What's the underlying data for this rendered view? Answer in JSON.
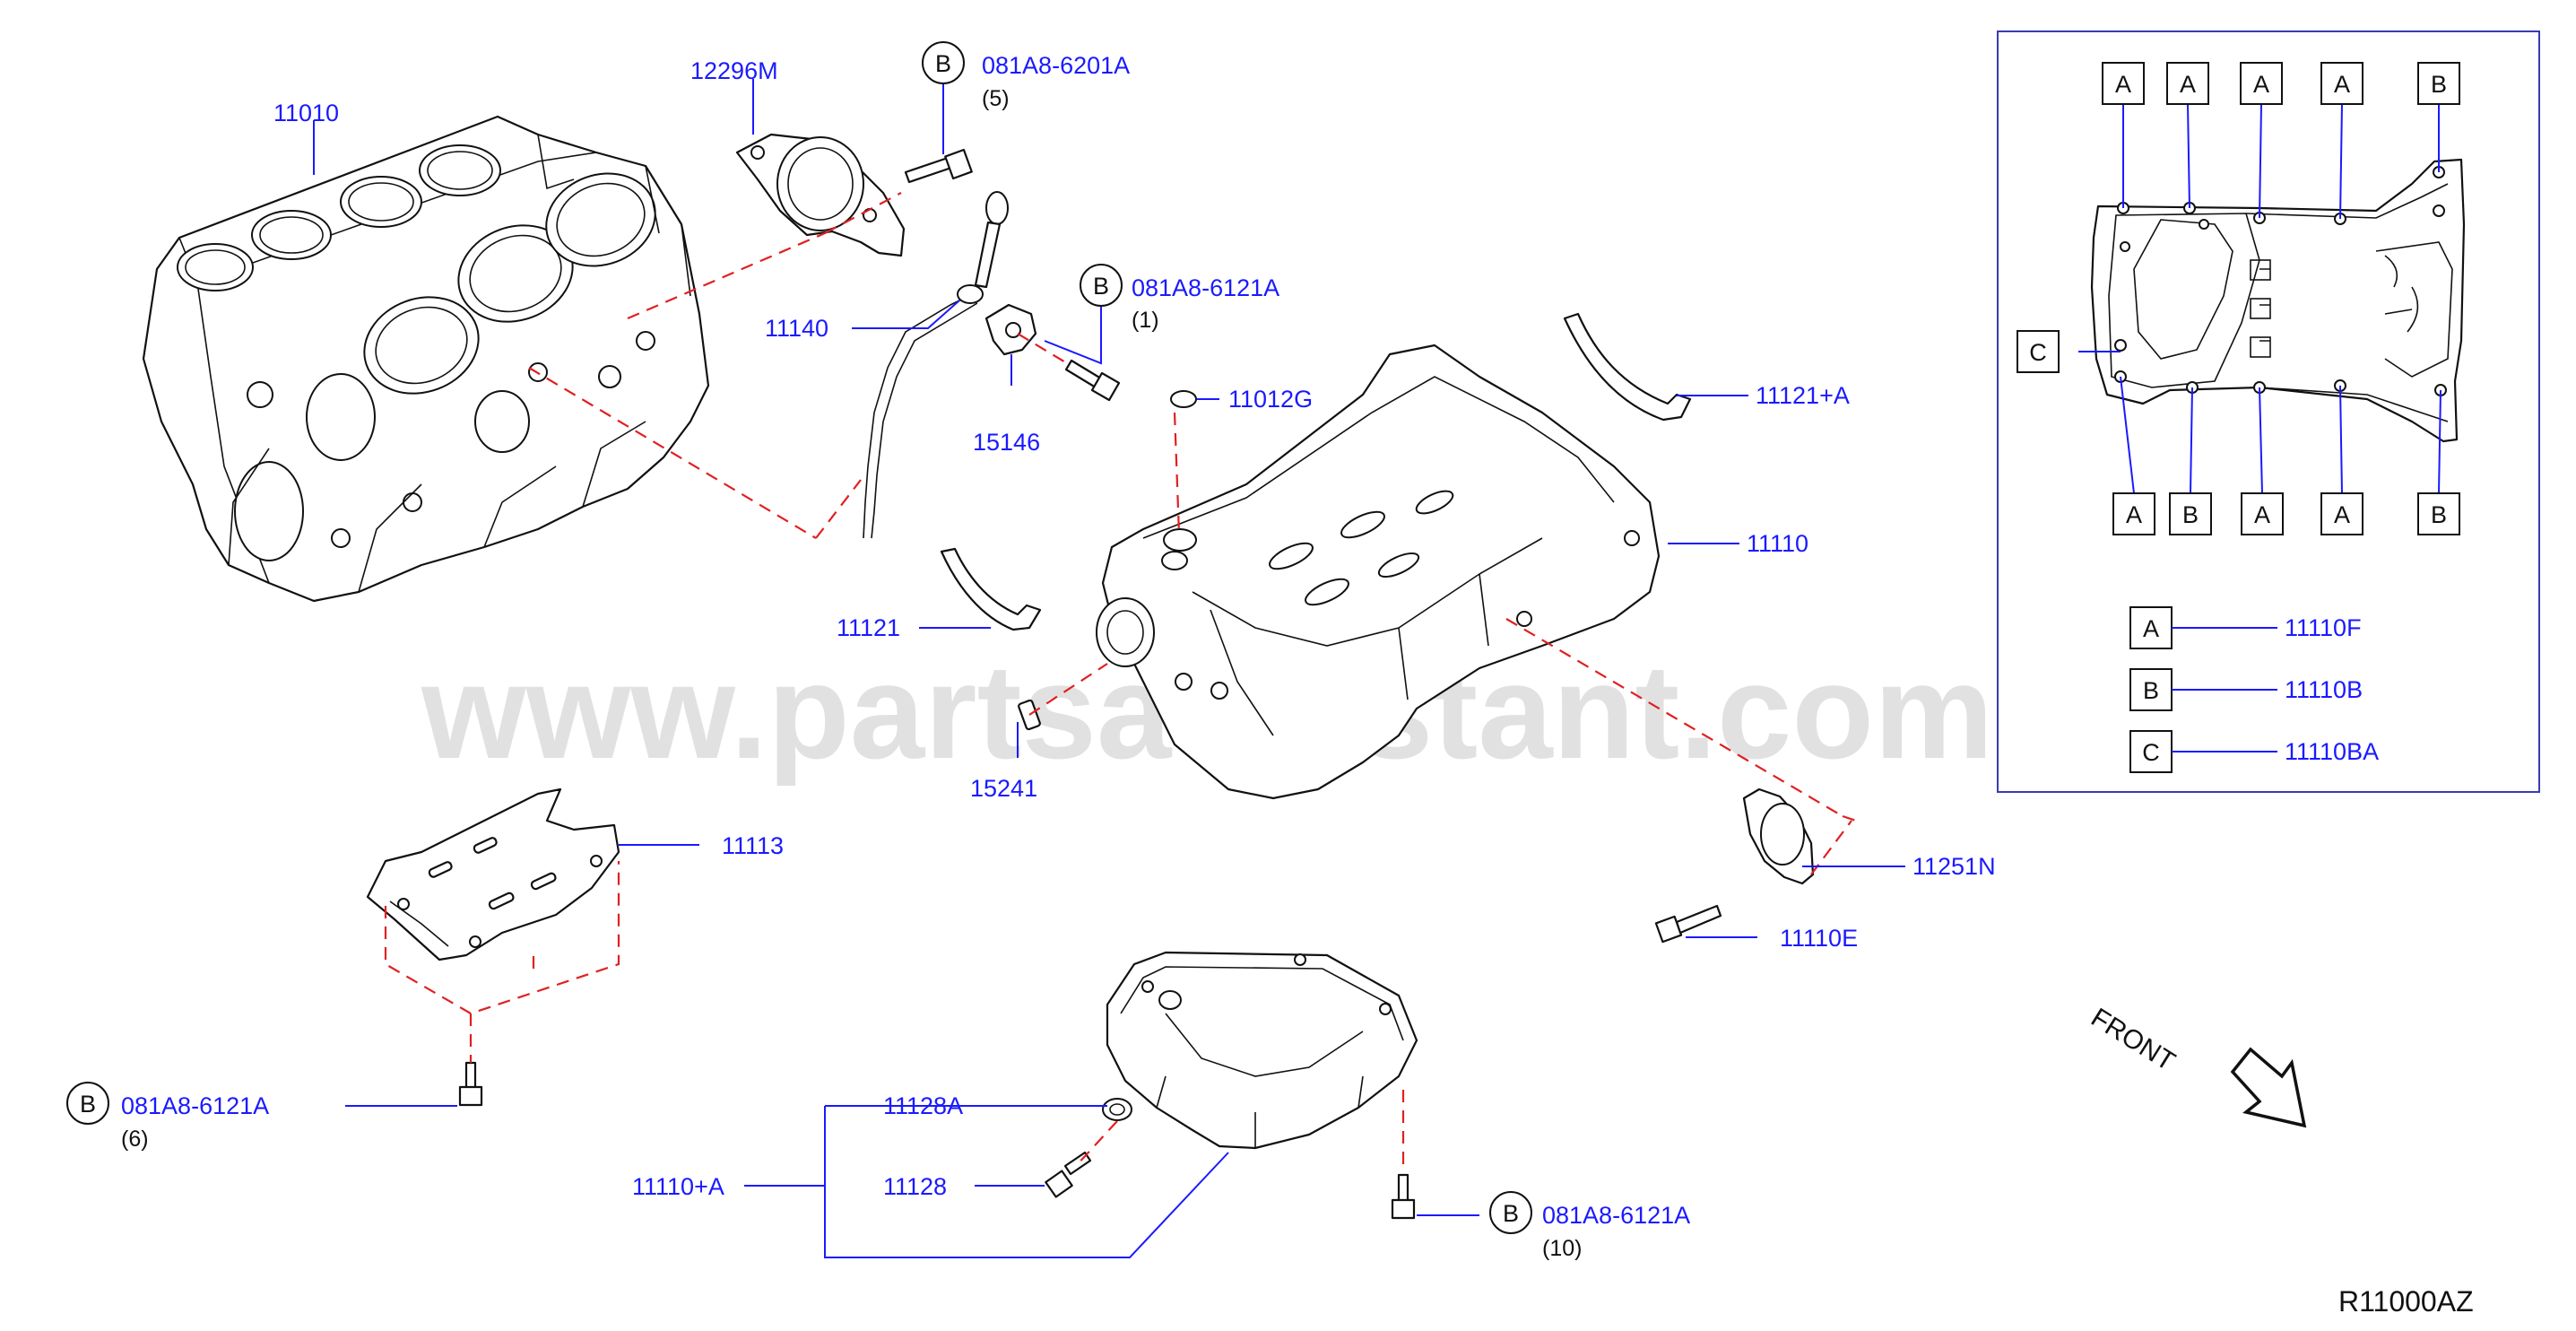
{
  "callouts": {
    "block": "11010",
    "rear_seal_retainer": "12296M",
    "bolt_top": "081A8-6201A",
    "bolt_top_qty": "(5)",
    "dipstick_guide": "11140",
    "bolt_mid": "081A8-6121A",
    "bolt_mid_qty": "(1)",
    "bracket": "15146",
    "plug": "11012G",
    "baffle_right": "11121+A",
    "oil_pan_upper": "11110",
    "baffle_left": "11121",
    "dowel": "15241",
    "front_seal": "11251N",
    "bolt_seal": "11110E",
    "plate": "11113",
    "bolt_plate": "081A8-6121A",
    "bolt_plate_qty": "(6)",
    "washer": "11128A",
    "oil_pan_assy": "11110+A",
    "drain_plug": "11128",
    "bolt_lower": "081A8-6121A",
    "bolt_lower_qty": "(10)"
  },
  "circle_letters": {
    "top": "B",
    "mid": "B",
    "plate": "B",
    "lower": "B"
  },
  "inset": {
    "top_letters": [
      "A",
      "A",
      "A",
      "A",
      "B"
    ],
    "side_letter": "C",
    "bottom_letters": [
      "A",
      "B",
      "A",
      "A",
      "B"
    ],
    "legend": [
      {
        "letter": "A",
        "part": "11110F"
      },
      {
        "letter": "B",
        "part": "11110B"
      },
      {
        "letter": "C",
        "part": "11110BA"
      }
    ]
  },
  "front_label": "FRONT",
  "ref_code": "R11000AZ",
  "watermark": "www.partsassistant.com",
  "colors": {
    "callout": "#1a1aff",
    "leader_dash": "#e02020",
    "line_art": "#111111",
    "inset_frame": "#3a3ab0",
    "watermark": "#c9c9c9"
  },
  "icons": {
    "front_arrow": "hollow-arrow-icon"
  }
}
